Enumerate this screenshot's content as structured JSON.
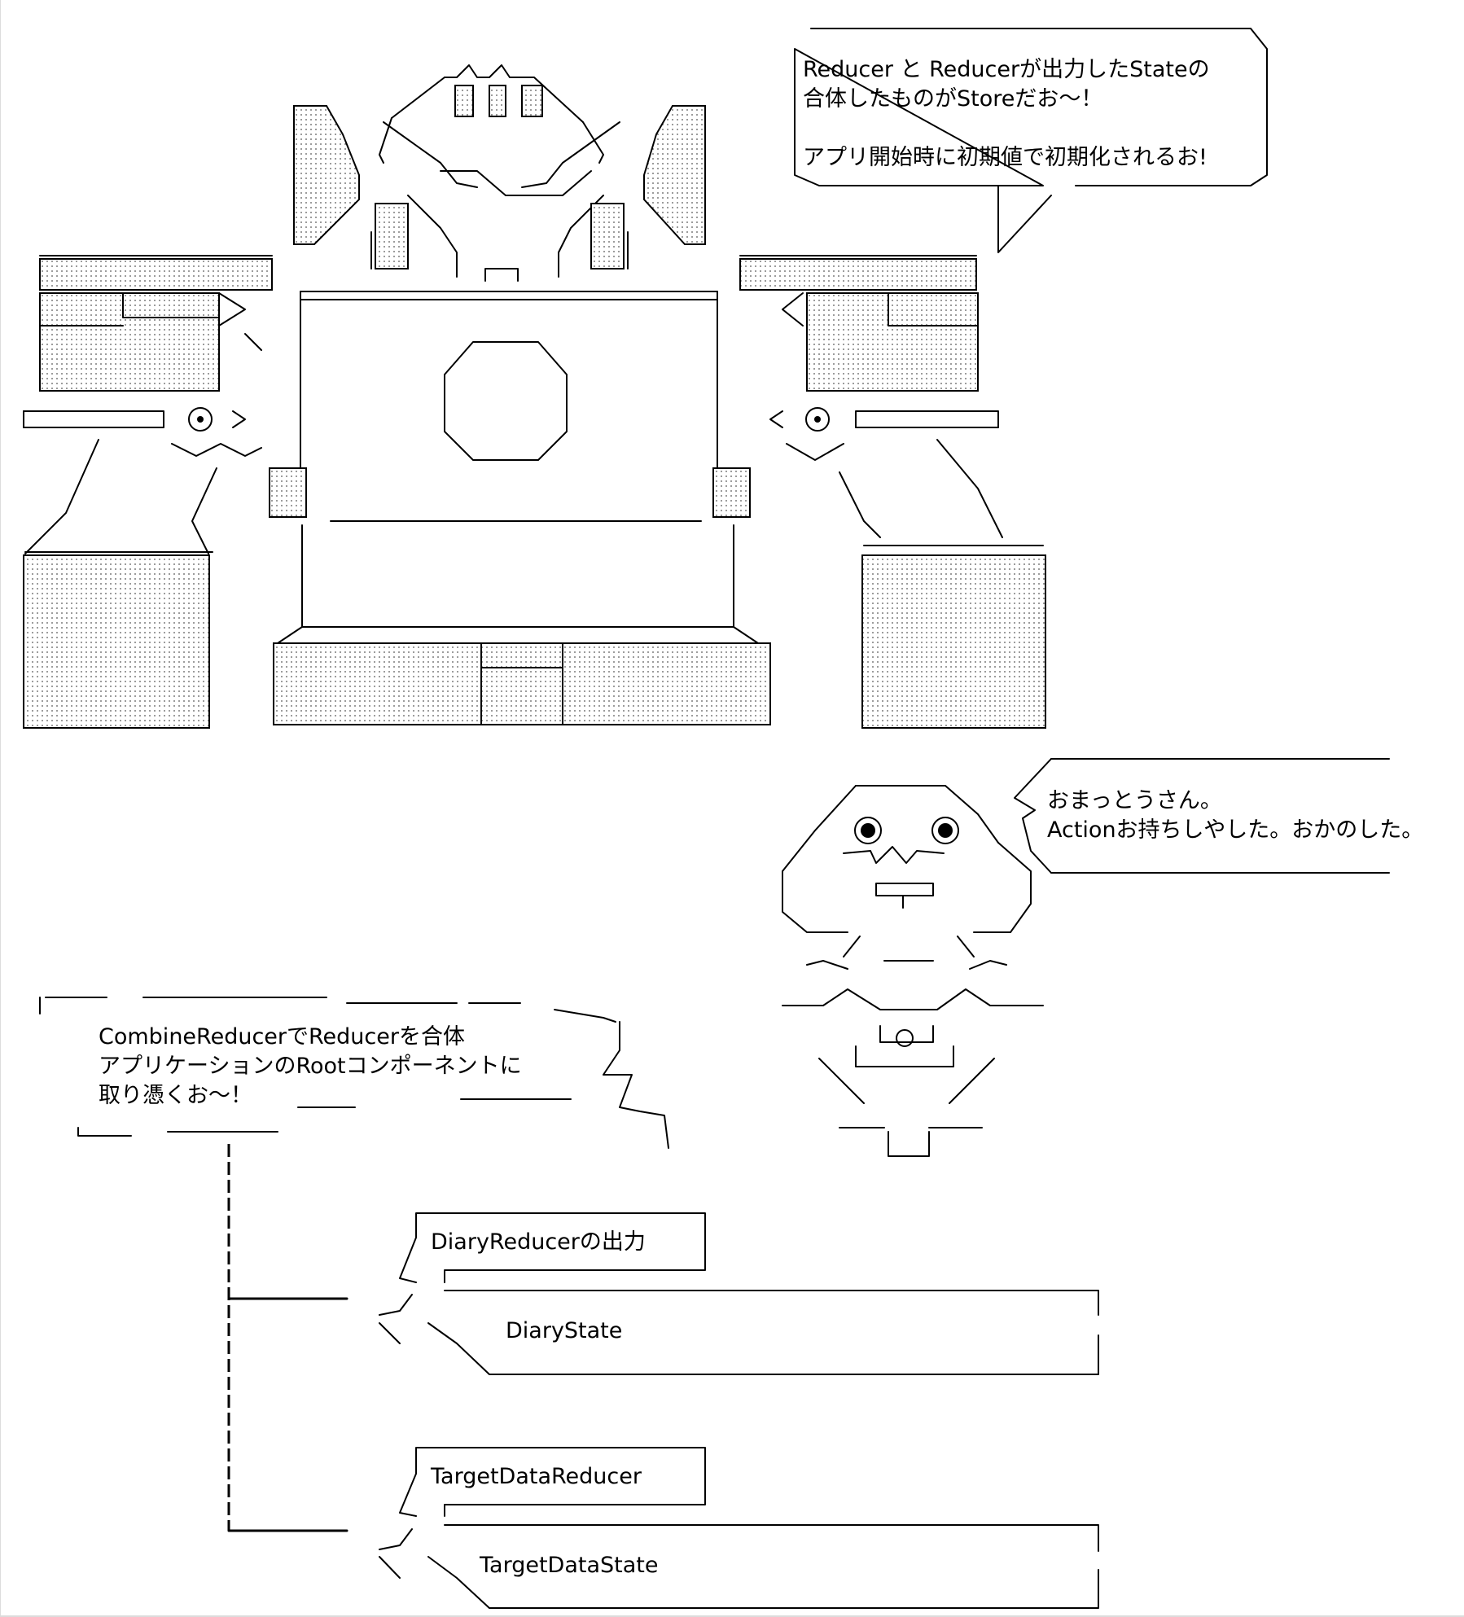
{
  "robot_bubble": {
    "line1": "Reducer と Reducerが出力したStateの",
    "line2": "合体したものがStoreだお～！",
    "line3": "アプリ開始時に初期値で初期化されるお!"
  },
  "man_bubble": {
    "line1": "おまっとうさん。",
    "line2": "Actionお持ちしやした。おかのした。"
  },
  "combine_banner": {
    "line1": "CombineReducerでReducerを合体",
    "line2": "アプリケーションのRootコンポーネントに",
    "line3": "取り憑くお～！"
  },
  "tree": {
    "diary_reducer": "DiaryReducerの出力",
    "diary_state": "DiaryState",
    "target_reducer": "TargetDataReducer",
    "target_state": "TargetDataState"
  }
}
